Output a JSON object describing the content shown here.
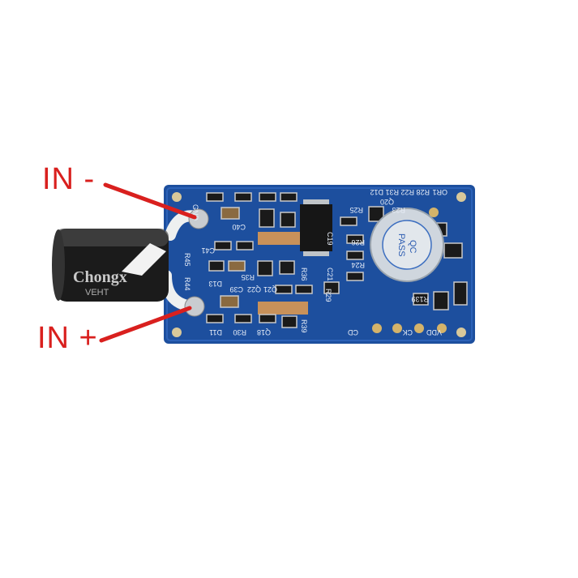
{
  "callouts": {
    "negative": "IN -",
    "positive": "IN +"
  },
  "colors": {
    "callout": "#d9201e",
    "pcb": "#1d4f9e",
    "background": "#ffffff"
  },
  "capacitor": {
    "brand": "Chongx",
    "series": "VEHT"
  },
  "buzzer": {
    "sticker_line1": "QC",
    "sticker_line2": "PASS"
  },
  "pcb": {
    "gnd": "GND",
    "c40": "C40",
    "c41": "C41",
    "r45": "R45",
    "r44": "R44",
    "d13": "D13",
    "r35": "R35",
    "c39": "C39",
    "q21": "Q21",
    "q22": "Q22",
    "r36": "R36",
    "r29": "R29",
    "c21": "C21",
    "c19": "C19",
    "r25": "R25",
    "r26": "R26",
    "r24": "R24",
    "top_row": "R28 R22 R31 D12",
    "q20": "Q20",
    "r23": "R23",
    "r1": "OR1",
    "r139": "R139",
    "d11": "D11",
    "r30": "R30",
    "q18": "Q18",
    "r39": "R39",
    "cd": "CD",
    "ck": "CK",
    "vdd": "VDD"
  }
}
